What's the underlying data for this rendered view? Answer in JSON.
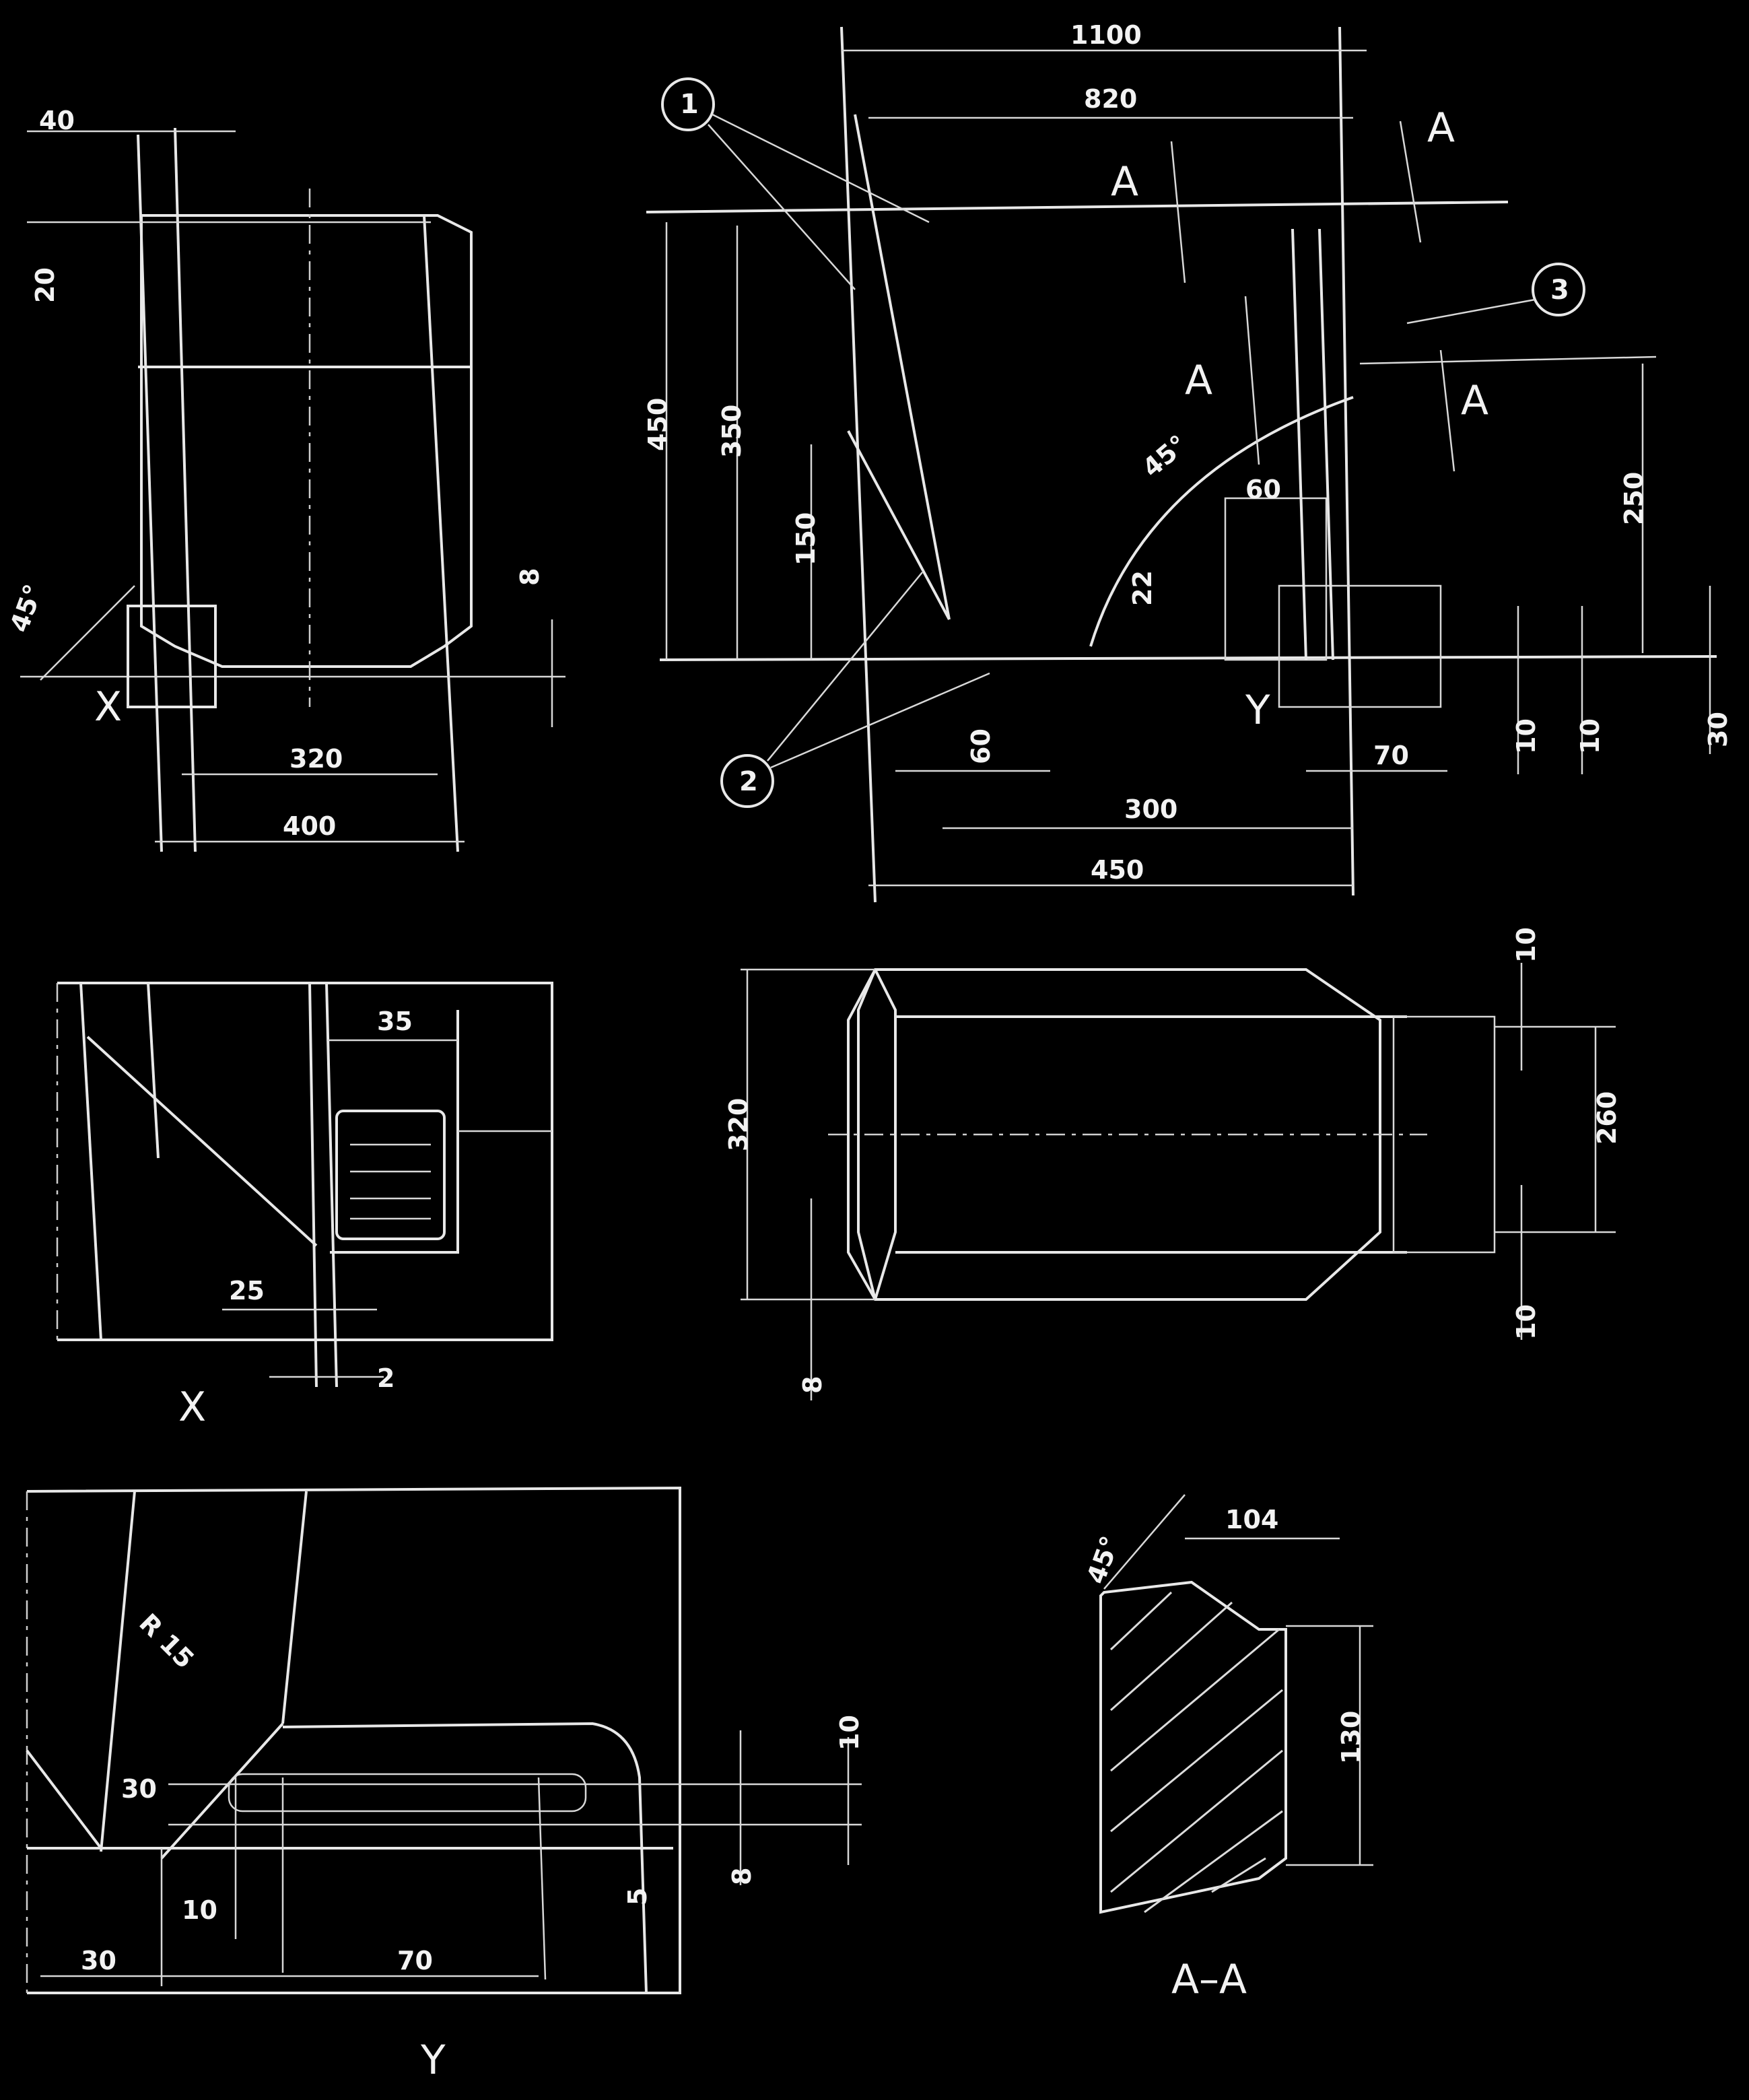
{
  "views": {
    "front": {
      "dims": {
        "top_width": "40",
        "top_offset": "20",
        "angle": "45°",
        "plate": "8",
        "inner_width": "320",
        "outer_width": "400"
      },
      "detail_ref": "X"
    },
    "side": {
      "dims": {
        "overall": "1100",
        "upper": "820",
        "height_outer": "450",
        "height_mid": "350",
        "height_lower": "150",
        "angle": "45°",
        "d60": "60",
        "d22": "22",
        "right_height": "250",
        "b60": "60",
        "b70": "70",
        "span_300": "300",
        "span_450": "450",
        "r10": "10",
        "r10b": "10",
        "r30": "30"
      },
      "section_marks": [
        "A",
        "A",
        "A",
        "A"
      ],
      "detail_ref": "Y",
      "balloons": [
        "1",
        "2",
        "3"
      ]
    },
    "detail_x": {
      "title": "X",
      "dims": {
        "d35": "35",
        "d25": "25",
        "d2": "2"
      }
    },
    "plan": {
      "dims": {
        "width": "320",
        "inner": "260",
        "t10a": "10",
        "t10b": "10",
        "t8": "8"
      }
    },
    "detail_y": {
      "title": "Y",
      "dims": {
        "r15": "R 15",
        "d30": "30",
        "d10": "10",
        "d30b": "30",
        "d70": "70",
        "d8": "8",
        "d5": "5",
        "d10r": "10"
      }
    },
    "section_aa": {
      "title": "A–A",
      "dims": {
        "angle": "45°",
        "top": "104",
        "height": "130"
      }
    }
  }
}
